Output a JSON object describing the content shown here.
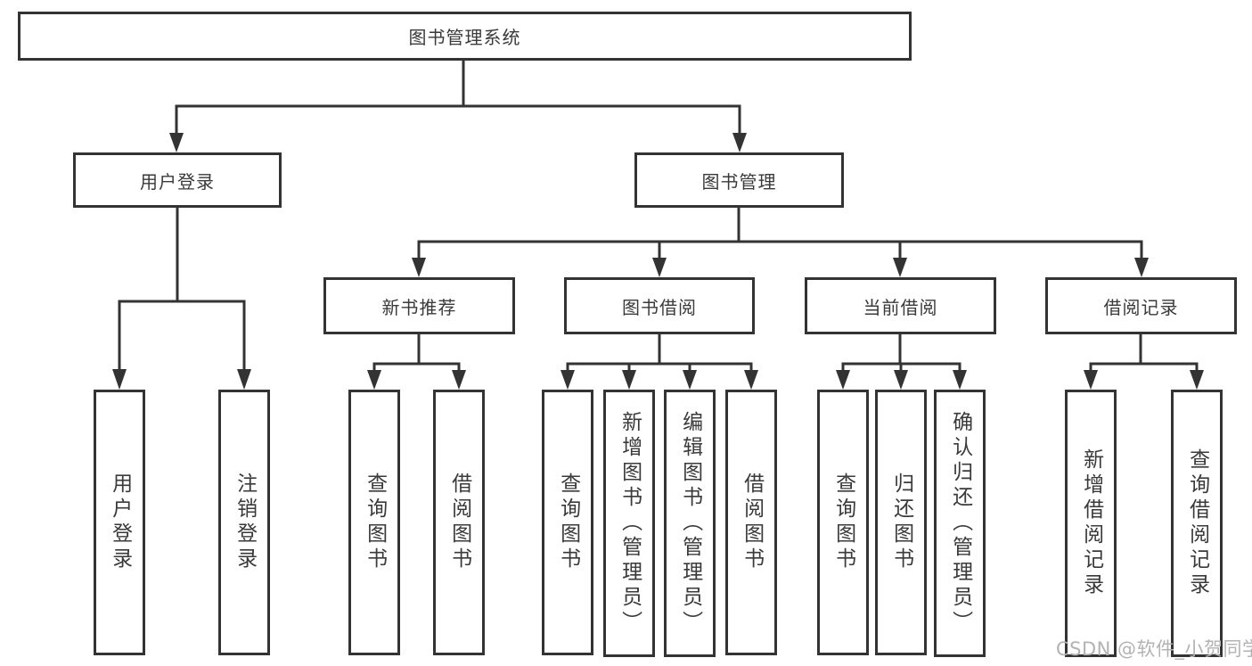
{
  "colors": {
    "line": "#333333",
    "box_border": "#333333",
    "text": "#3a3a3a",
    "background": "#ffffff",
    "watermark": "#b3b3b3"
  },
  "diagram": {
    "root": {
      "label": "图书管理系统"
    },
    "level2": [
      {
        "label": "用户登录"
      },
      {
        "label": "图书管理"
      }
    ],
    "level3": [
      {
        "label": "新书推荐"
      },
      {
        "label": "图书借阅"
      },
      {
        "label": "当前借阅"
      },
      {
        "label": "借阅记录"
      }
    ],
    "leaves": {
      "user_login": [
        "用户登录",
        "注销登录"
      ],
      "new_book_recommend": [
        "查询图书",
        "借阅图书"
      ],
      "book_borrow": [
        "查询图书",
        "新增图书（管理员）",
        "编辑图书（管理员）",
        "借阅图书"
      ],
      "current_borrow": [
        "查询图书",
        "归还图书",
        "确认归还（管理员）"
      ],
      "borrow_record": [
        "新增借阅记录",
        "查询借阅记录"
      ]
    }
  },
  "watermark": {
    "text": "CSDN @软件_小贺同学"
  }
}
